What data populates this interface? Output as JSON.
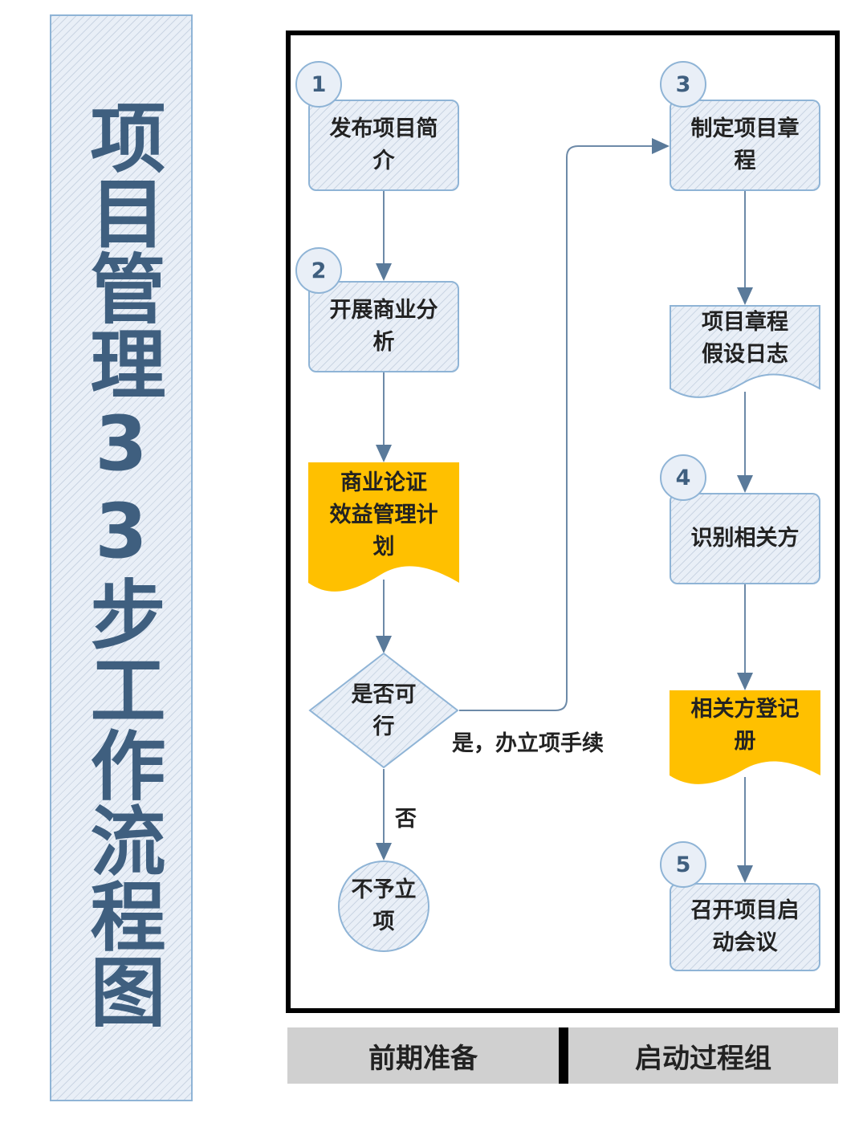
{
  "title": "项目管理33步工作流程图",
  "colors": {
    "accent": "#8fb4d6",
    "title_text": "#3f5f7f",
    "highlight": "#ffc000",
    "phase_bg": "#d0d0d0"
  },
  "flow": {
    "step1": {
      "number": "1",
      "label": "发布项目简介"
    },
    "step2": {
      "number": "2",
      "label": "开展商业分析"
    },
    "doc_business_case": {
      "lines": [
        "商业论证",
        "效益管理计",
        "划"
      ]
    },
    "decision": {
      "label": "是否可行"
    },
    "yes_label": "是，办立项手续",
    "no_label": "否",
    "reject": {
      "label": "不予立项"
    },
    "step3": {
      "number": "3",
      "label": "制定项目章程"
    },
    "doc_charter_log": {
      "lines": [
        "项目章程",
        "假设日志"
      ]
    },
    "step4": {
      "number": "4",
      "label": "识别相关方"
    },
    "doc_register": {
      "lines": [
        "相关方登记",
        "册"
      ]
    },
    "step5": {
      "number": "5",
      "label": "召开项目启动会议"
    }
  },
  "phases": {
    "left": "前期准备",
    "right": "启动过程组"
  }
}
